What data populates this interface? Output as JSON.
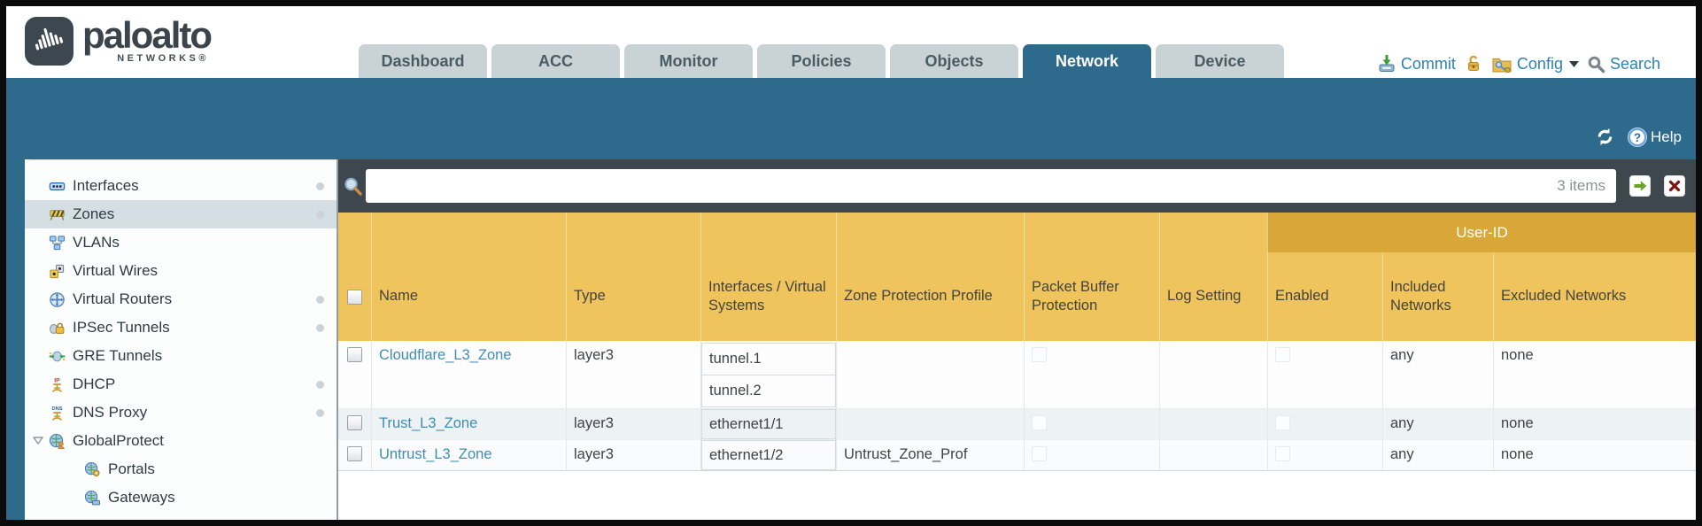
{
  "brand": {
    "name": "paloalto",
    "sub": "NETWORKS®"
  },
  "nav": {
    "tabs": [
      {
        "label": "Dashboard",
        "active": false
      },
      {
        "label": "ACC",
        "active": false
      },
      {
        "label": "Monitor",
        "active": false
      },
      {
        "label": "Policies",
        "active": false
      },
      {
        "label": "Objects",
        "active": false
      },
      {
        "label": "Network",
        "active": true
      },
      {
        "label": "Device",
        "active": false
      }
    ]
  },
  "utility": {
    "commit": "Commit",
    "config": "Config",
    "search": "Search"
  },
  "band": {
    "help": "Help"
  },
  "sidebar": {
    "items": [
      {
        "label": "Interfaces",
        "dot": true
      },
      {
        "label": "Zones",
        "dot": true,
        "selected": true
      },
      {
        "label": "VLANs"
      },
      {
        "label": "Virtual Wires"
      },
      {
        "label": "Virtual Routers",
        "dot": true
      },
      {
        "label": "IPSec Tunnels",
        "dot": true
      },
      {
        "label": "GRE Tunnels"
      },
      {
        "label": "DHCP",
        "dot": true
      },
      {
        "label": "DNS Proxy",
        "dot": true
      },
      {
        "label": "GlobalProtect",
        "expanded": true
      },
      {
        "label": "Portals",
        "child": true
      },
      {
        "label": "Gateways",
        "child": true
      }
    ]
  },
  "toolbar": {
    "search_value": "",
    "items_count": "3 items"
  },
  "table": {
    "group_header": "User-ID",
    "columns": [
      "Name",
      "Type",
      "Interfaces / Virtual Systems",
      "Zone Protection Profile",
      "Packet Buffer Protection",
      "Log Setting",
      "Enabled",
      "Included Networks",
      "Excluded Networks"
    ],
    "rows": [
      {
        "name": "Cloudflare_L3_Zone",
        "type": "layer3",
        "interfaces": [
          "tunnel.1",
          "tunnel.2"
        ],
        "zone_protection_profile": "",
        "packet_buffer_protection_checked": false,
        "log_setting": "",
        "enabled_checked": false,
        "included_networks": "any",
        "excluded_networks": "none"
      },
      {
        "name": "Trust_L3_Zone",
        "type": "layer3",
        "interfaces": [
          "ethernet1/1"
        ],
        "zone_protection_profile": "",
        "packet_buffer_protection_checked": false,
        "log_setting": "",
        "enabled_checked": false,
        "included_networks": "any",
        "excluded_networks": "none"
      },
      {
        "name": "Untrust_L3_Zone",
        "type": "layer3",
        "interfaces": [
          "ethernet1/2"
        ],
        "zone_protection_profile": "Untrust_Zone_Prof",
        "packet_buffer_protection_checked": false,
        "log_setting": "",
        "enabled_checked": false,
        "included_networks": "any",
        "excluded_networks": "none"
      }
    ]
  },
  "colors": {
    "accent_teal": "#2e6a8c",
    "header_gold": "#efc45c",
    "group_header_gold": "#d8a738",
    "link_blue": "#3f8db4",
    "utility_blue": "#2e82b2",
    "toolbar_slate": "#3e474e"
  }
}
